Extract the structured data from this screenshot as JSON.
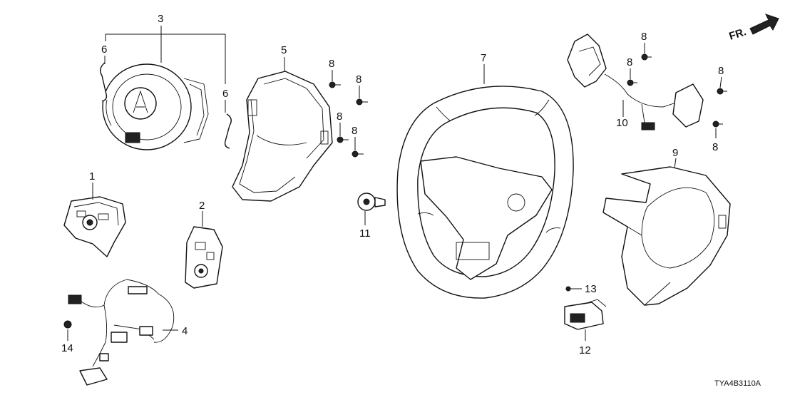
{
  "diagram": {
    "direction_label": "FR.",
    "diagram_code": "TYA4B3110A",
    "callouts": [
      {
        "id": "c1",
        "text": "1"
      },
      {
        "id": "c2",
        "text": "2"
      },
      {
        "id": "c3",
        "text": "3"
      },
      {
        "id": "c4",
        "text": "4"
      },
      {
        "id": "c5",
        "text": "5"
      },
      {
        "id": "c6a",
        "text": "6"
      },
      {
        "id": "c6b",
        "text": "6"
      },
      {
        "id": "c7",
        "text": "7"
      },
      {
        "id": "c8a",
        "text": "8"
      },
      {
        "id": "c8b",
        "text": "8"
      },
      {
        "id": "c8c",
        "text": "8"
      },
      {
        "id": "c8d",
        "text": "8"
      },
      {
        "id": "c8e",
        "text": "8"
      },
      {
        "id": "c8f",
        "text": "8"
      },
      {
        "id": "c8g",
        "text": "8"
      },
      {
        "id": "c8h",
        "text": "8"
      },
      {
        "id": "c9",
        "text": "9"
      },
      {
        "id": "c10",
        "text": "10"
      },
      {
        "id": "c11",
        "text": "11"
      },
      {
        "id": "c12",
        "text": "12"
      },
      {
        "id": "c13",
        "text": "13"
      },
      {
        "id": "c14",
        "text": "14"
      }
    ]
  }
}
